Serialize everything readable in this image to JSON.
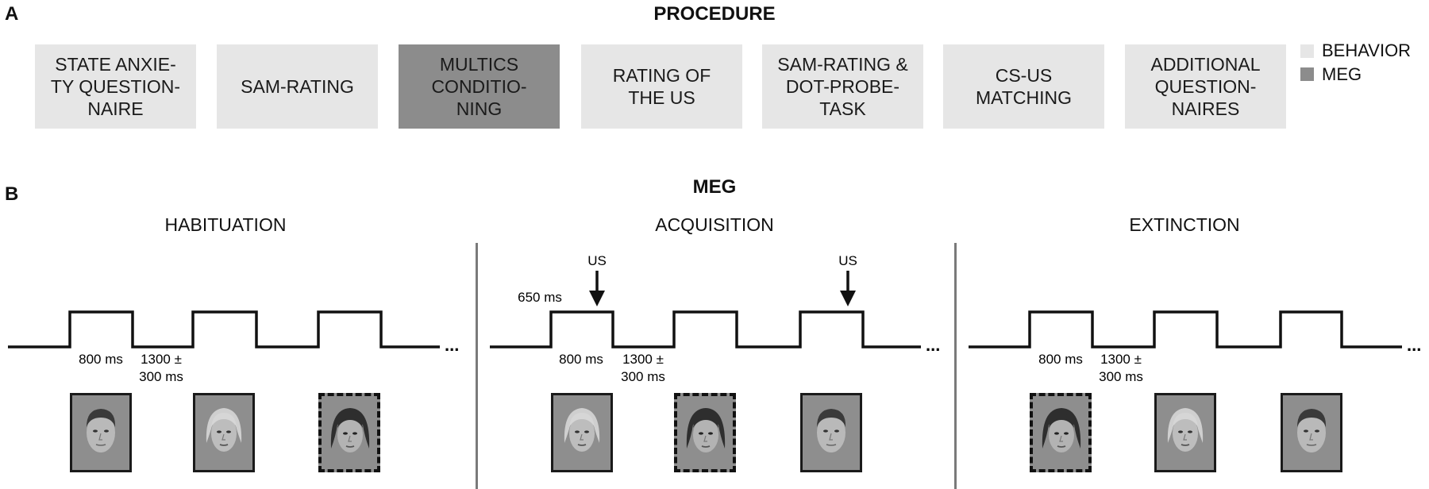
{
  "panel_a": {
    "letter": "A",
    "title": "PROCEDURE",
    "boxes": [
      {
        "label": "STATE ANXIE-\nTY QUESTION-\nNAIRE",
        "kind": "behavior"
      },
      {
        "label": "SAM-RATING",
        "kind": "behavior"
      },
      {
        "label": "MULTICS\nCONDITIO-\nNING",
        "kind": "meg"
      },
      {
        "label": "RATING OF\nTHE US",
        "kind": "behavior"
      },
      {
        "label": "SAM-RATING &\nDOT-PROBE-\nTASK",
        "kind": "behavior"
      },
      {
        "label": "CS-US\nMATCHING",
        "kind": "behavior"
      },
      {
        "label": "ADDITIONAL\nQUESTION-\nNAIRES",
        "kind": "behavior"
      }
    ],
    "legend": [
      {
        "label": "BEHAVIOR",
        "color": "#e6e6e6"
      },
      {
        "label": "MEG",
        "color": "#8c8c8c"
      }
    ]
  },
  "panel_b": {
    "letter": "B",
    "title": "MEG",
    "phases": [
      {
        "title": "HABITUATION",
        "stim_label": "800 ms",
        "isi_label_1": "1300 ±",
        "isi_label_2": "300 ms",
        "faces": [
          "male",
          "female-blonde",
          "female-dark"
        ],
        "dashed": [
          false,
          false,
          true
        ]
      },
      {
        "title": "ACQUISITION",
        "stim_label": "800 ms",
        "isi_label_1": "1300 ±",
        "isi_label_2": "300 ms",
        "us_label": "US",
        "us_delay_label": "650 ms",
        "faces": [
          "female-blonde",
          "female-dark",
          "male"
        ],
        "dashed": [
          false,
          true,
          false
        ]
      },
      {
        "title": "EXTINCTION",
        "stim_label": "800 ms",
        "isi_label_1": "1300 ±",
        "isi_label_2": "300 ms",
        "faces": [
          "female-dark",
          "female-blonde",
          "male"
        ],
        "dashed": [
          true,
          false,
          false
        ]
      }
    ],
    "continuation": "..."
  },
  "colors": {
    "behavior": "#e6e6e6",
    "meg": "#8c8c8c",
    "line": "#111111",
    "divider": "#7a7a7a"
  }
}
